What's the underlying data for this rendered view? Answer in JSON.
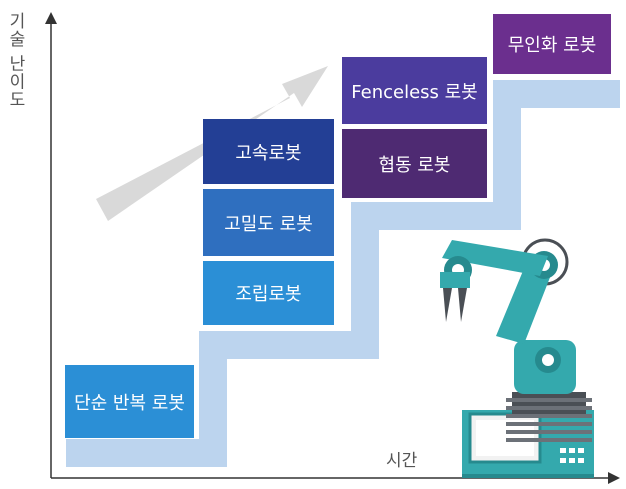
{
  "axes": {
    "y_label": "기술 난이도",
    "x_label": "시간"
  },
  "boxes": [
    {
      "label": "단순 반복 로봇",
      "color": "#2b8fd6"
    },
    {
      "label": "조립로봇",
      "color": "#2b8fd6"
    },
    {
      "label": "고밀도 로봇",
      "color": "#2f6fbf"
    },
    {
      "label": "고속로봇",
      "color": "#233f95"
    },
    {
      "label": "Fenceless 로봇",
      "color": "#4b3c9e"
    },
    {
      "label": "협동 로봇",
      "color": "#4e2a72"
    },
    {
      "label": "무인화 로봇",
      "color": "#6b2f8e"
    }
  ],
  "colors": {
    "staircase": "#bcd4ee",
    "arrow": "#d9d9d9",
    "axis": "#333333",
    "robot_teal": "#34a9ad"
  },
  "icons": {
    "robot": "industrial-robot-arm-icon",
    "monitor": "monitor-icon"
  }
}
